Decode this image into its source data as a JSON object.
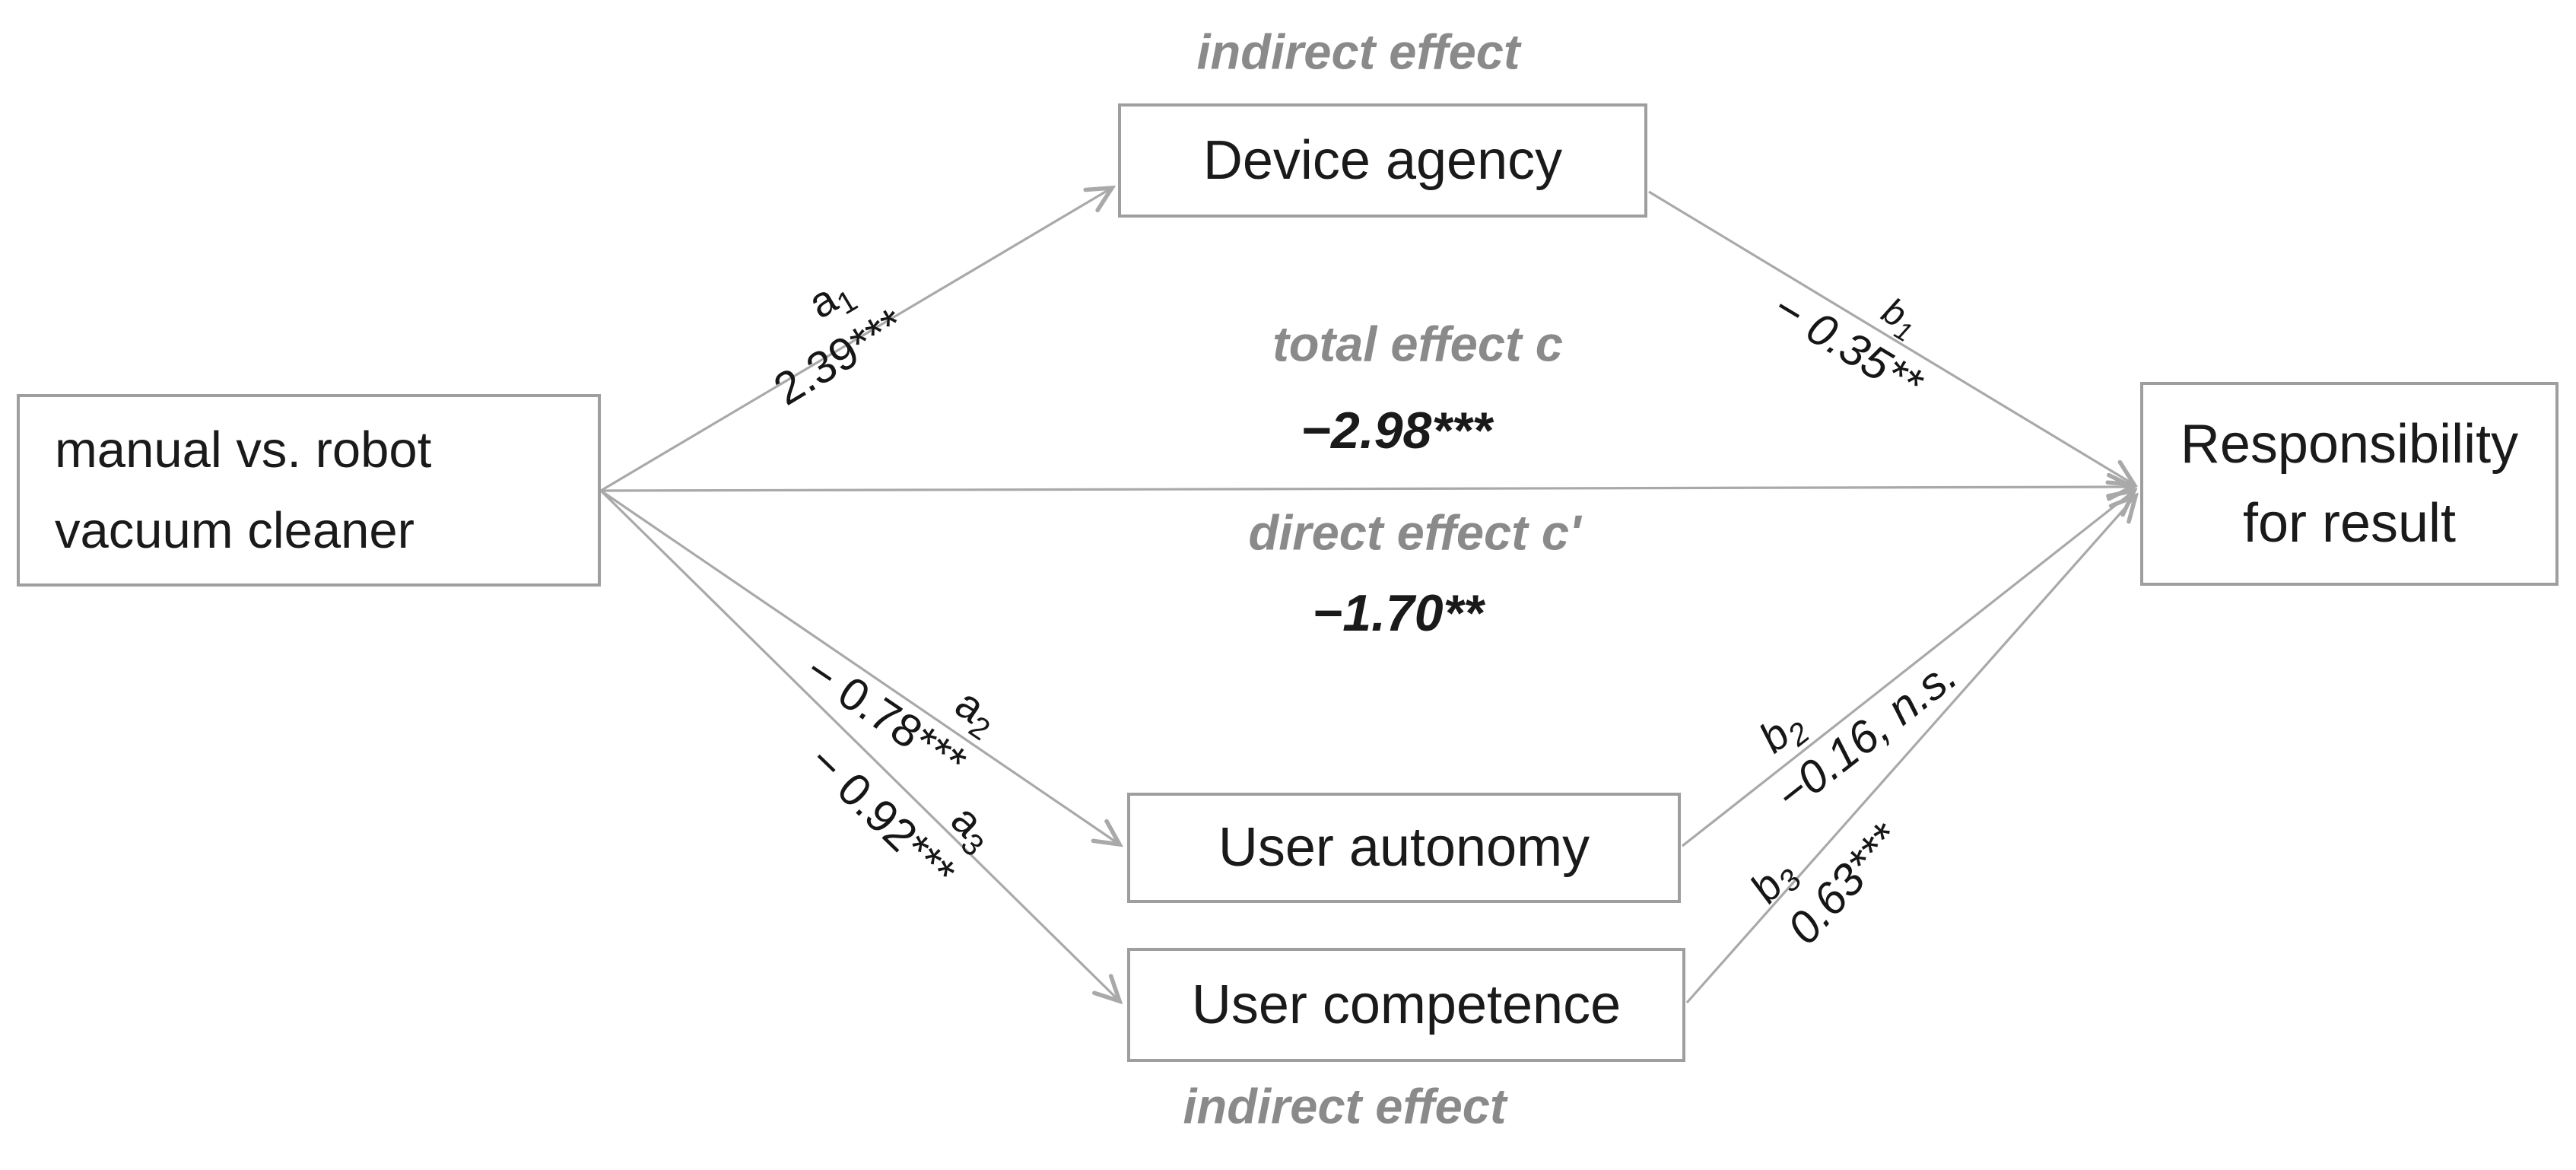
{
  "colors": {
    "line_gray": "#a9a9a9",
    "box_border_gray": "#9e9e9e",
    "muted_label_gray": "#8a8a8a",
    "text_black": "#1a1a1a",
    "background": "#ffffff"
  },
  "nodes": {
    "predictor": {
      "line1": "manual vs. robot",
      "line2": "vacuum cleaner"
    },
    "mediator_device_agency": {
      "label": "Device agency"
    },
    "mediator_user_autonomy": {
      "label": "User autonomy"
    },
    "mediator_user_competence": {
      "label": "User competence"
    },
    "outcome": {
      "line1": "Responsibility",
      "line2": "for result"
    }
  },
  "annotations": {
    "indirect_effect_top": "indirect effect",
    "indirect_effect_bottom": "indirect effect",
    "total_effect_label": "total effect c",
    "total_effect_value": "−2.98***",
    "direct_effect_label": "direct effect c'",
    "direct_effect_value": "−1.70**"
  },
  "paths": {
    "a1": {
      "letter": "a",
      "sub": "1",
      "value": "2.39***"
    },
    "a2": {
      "letter": "a",
      "sub": "2",
      "value": "− 0.78***"
    },
    "a3": {
      "letter": "a",
      "sub": "3",
      "value": "− 0.92***"
    },
    "b1": {
      "letter": "b",
      "sub": "1",
      "value": "− 0.35**"
    },
    "b2": {
      "letter": "b",
      "sub": "2",
      "value": "−0.16, n.s."
    },
    "b3": {
      "letter": "b",
      "sub": "3",
      "value": "0.63***"
    }
  },
  "edges": [
    {
      "from": "predictor",
      "to": "mediator_device_agency",
      "path": "a1"
    },
    {
      "from": "mediator_device_agency",
      "to": "outcome",
      "path": "b1"
    },
    {
      "from": "predictor",
      "to": "outcome",
      "path": "c"
    },
    {
      "from": "predictor",
      "to": "mediator_user_autonomy",
      "path": "a2"
    },
    {
      "from": "predictor",
      "to": "mediator_user_competence",
      "path": "a3"
    },
    {
      "from": "mediator_user_autonomy",
      "to": "outcome",
      "path": "b2"
    },
    {
      "from": "mediator_user_competence",
      "to": "outcome",
      "path": "b3"
    }
  ]
}
